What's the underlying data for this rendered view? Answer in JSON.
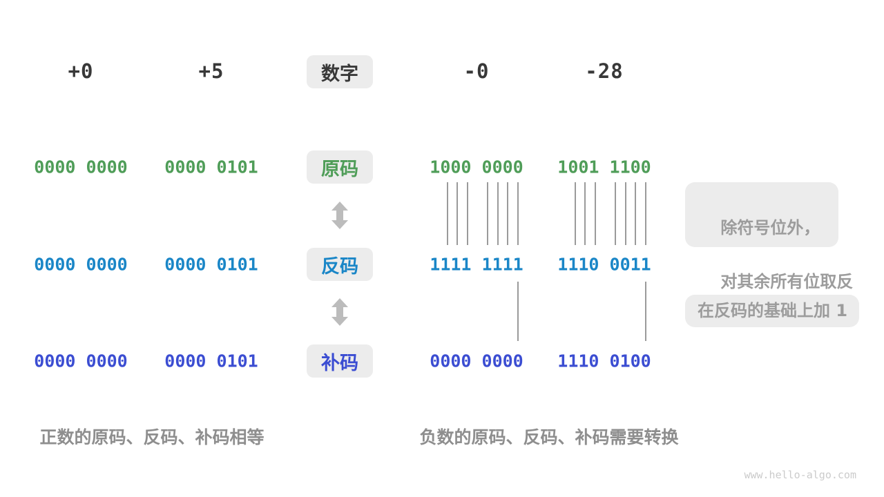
{
  "header": {
    "badge": "数字",
    "labels": [
      "+0",
      "+5",
      "-0",
      "-28"
    ]
  },
  "rows": [
    {
      "badge": "原码",
      "color": "#4f9d58",
      "values": [
        "0000 0000",
        "0000 0101",
        "1000 0000",
        "1001 1100"
      ]
    },
    {
      "badge": "反码",
      "color": "#1a86c7",
      "values": [
        "0000 0000",
        "0000 0101",
        "1111 1111",
        "1110 0011"
      ]
    },
    {
      "badge": "补码",
      "color": "#3b4dd2",
      "values": [
        "0000 0000",
        "0000 0101",
        "0000 0000",
        "1110 0100"
      ]
    }
  ],
  "annotations": {
    "invert_line1": "除符号位外，",
    "invert_line2": "对其余所有位取反",
    "add_one": "在反码的基础上加 1"
  },
  "captions": {
    "positive": "正数的原码、反码、补码相等",
    "negative": "负数的原码、反码、补码需要转换"
  },
  "watermark": "www.hello-algo.com",
  "colors": {
    "header_text": "#383838",
    "sign_magnitude_green": "#4f9d58",
    "ones_complement_blue": "#1a86c7",
    "twos_complement_indigo": "#3b4dd2",
    "badge_background": "#ececec",
    "annotation_text": "#9c9c9c",
    "caption_text": "#8e8e8e",
    "arrow_gray": "#bcbcbc",
    "tick_line_gray": "#9a9a9a",
    "watermark_gray": "#cbcbcb"
  }
}
